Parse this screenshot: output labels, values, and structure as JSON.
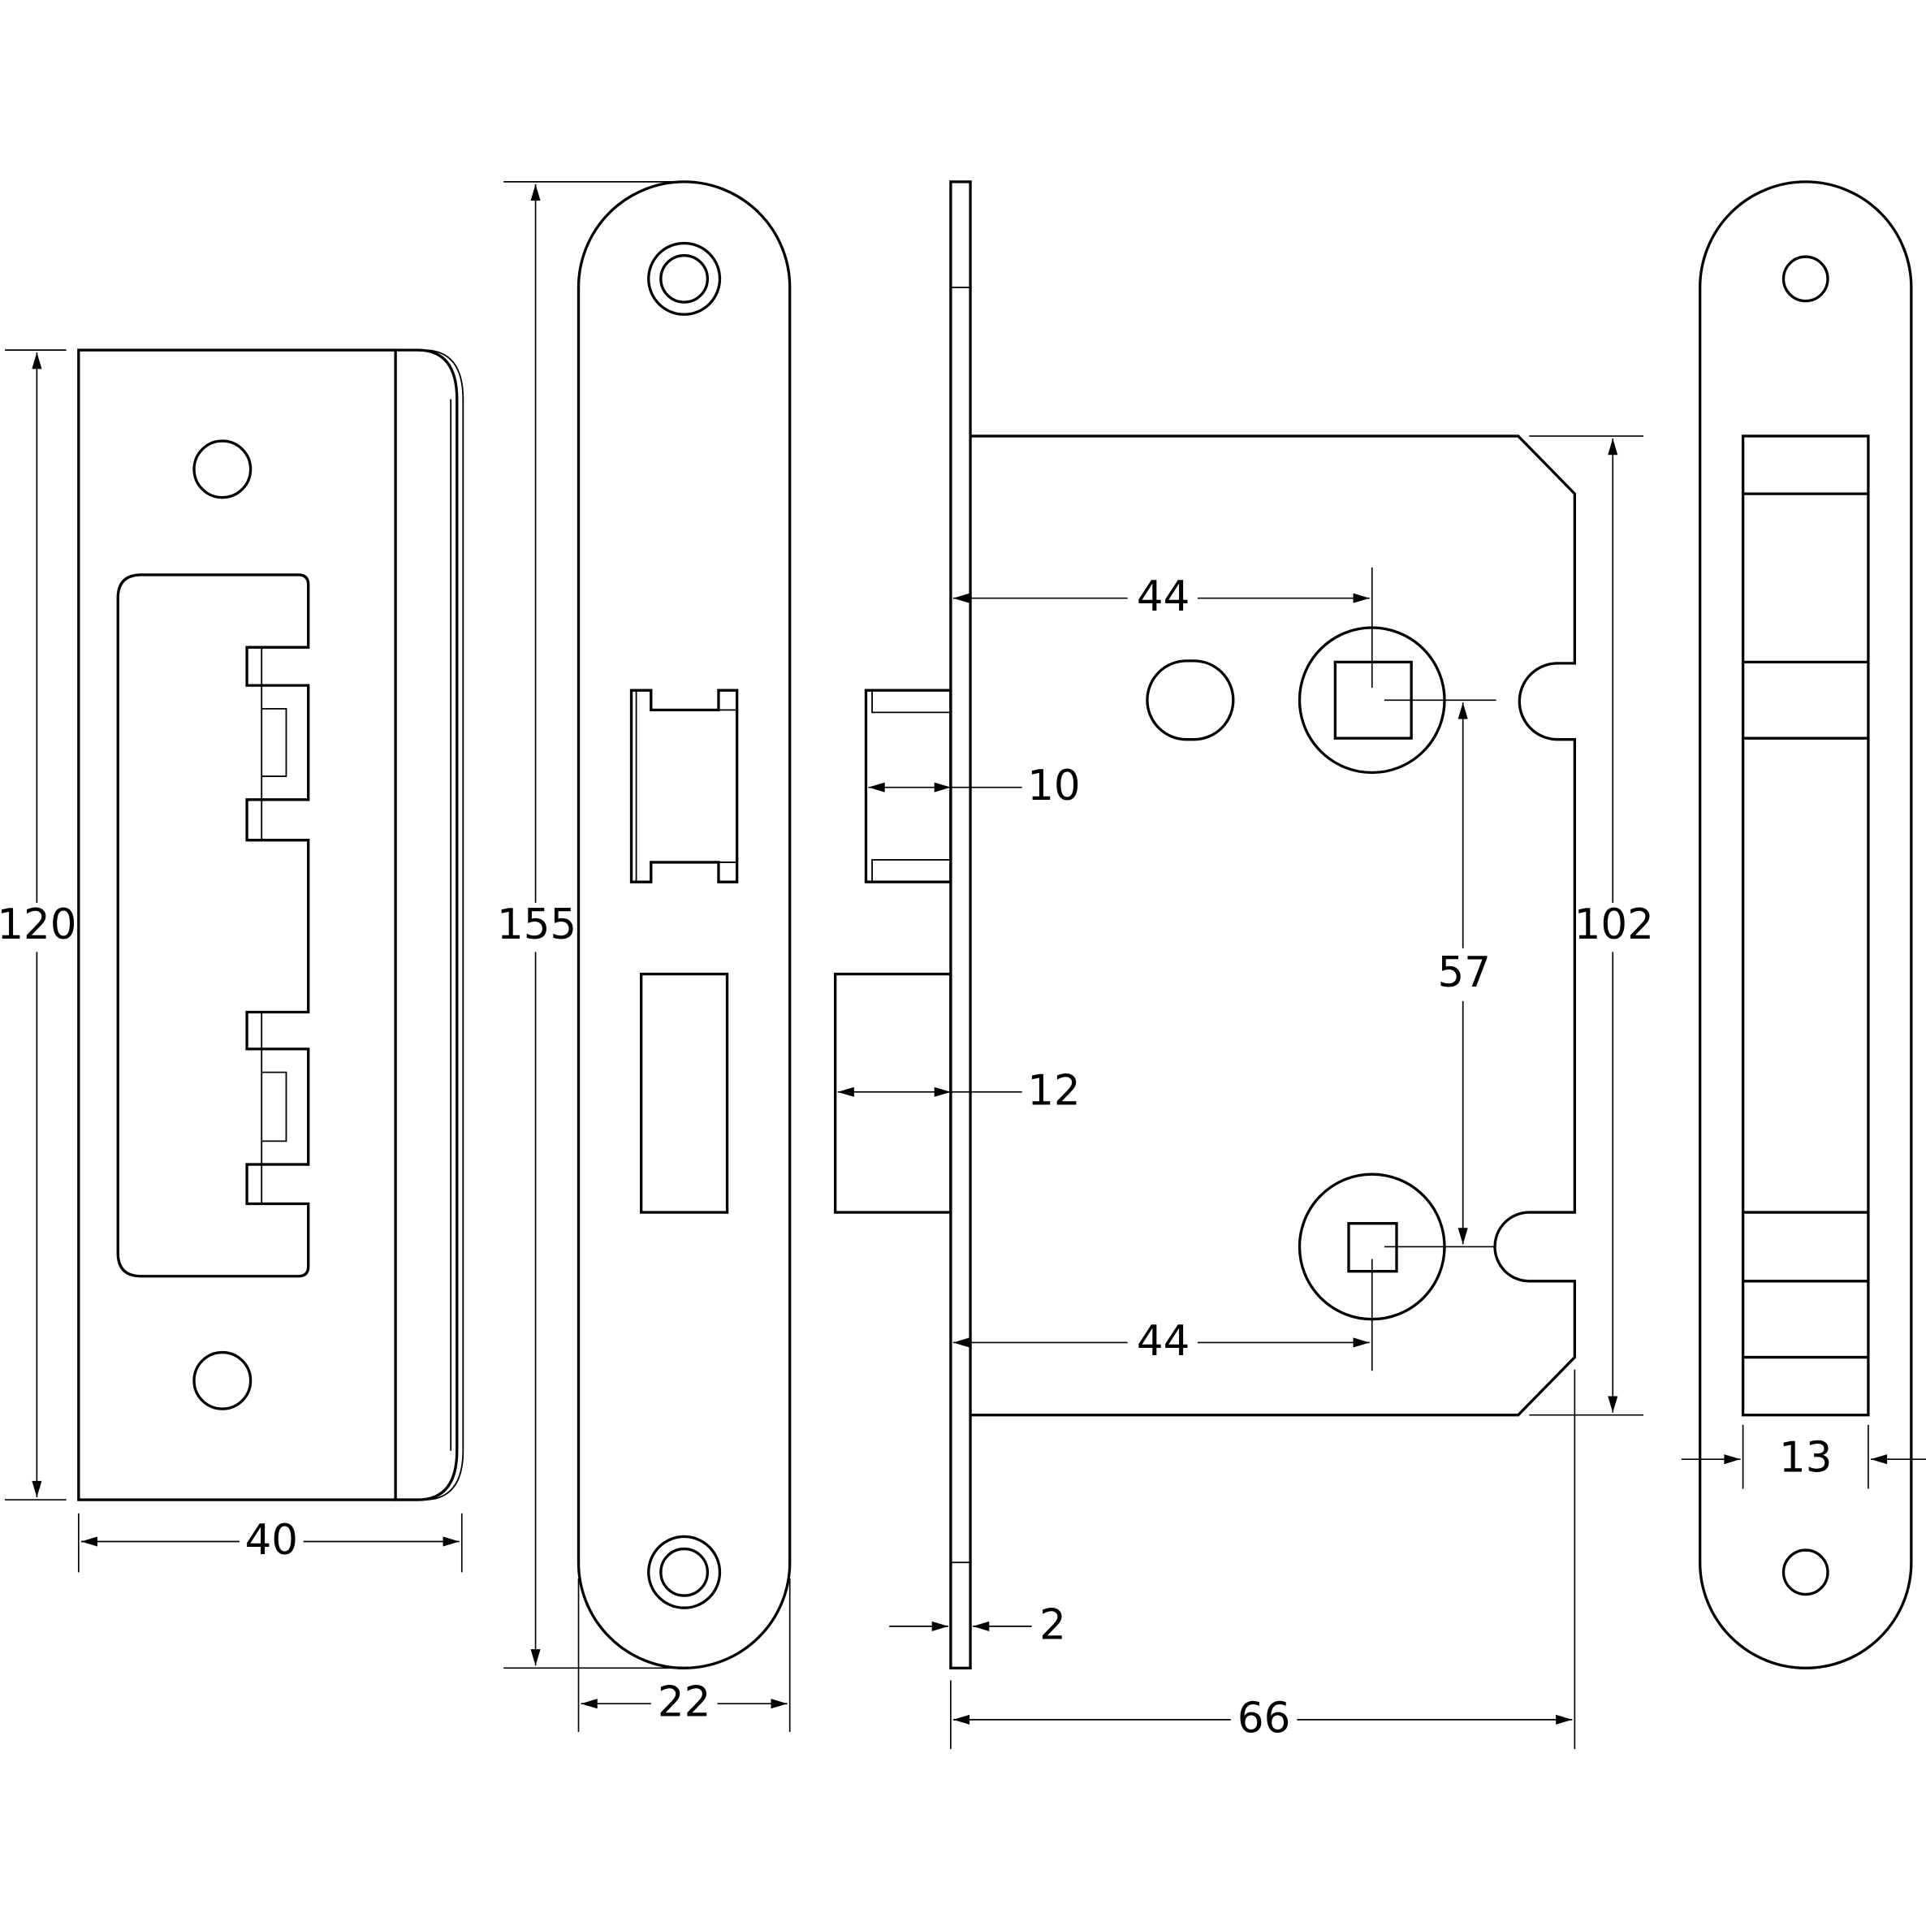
{
  "title": "Mortice sash lock technical drawing",
  "dimensions": {
    "strike_height": "120",
    "strike_width": "40",
    "forend_height": "155",
    "forend_width": "22",
    "latch_projection": "10",
    "deadbolt_projection": "12",
    "forend_thickness": "2",
    "case_depth": "66",
    "backset_top": "44",
    "backset_bottom": "44",
    "centres": "57",
    "case_height": "102",
    "case_thickness": "13"
  },
  "colors": {
    "line": "#000000",
    "background": "#ffffff"
  }
}
